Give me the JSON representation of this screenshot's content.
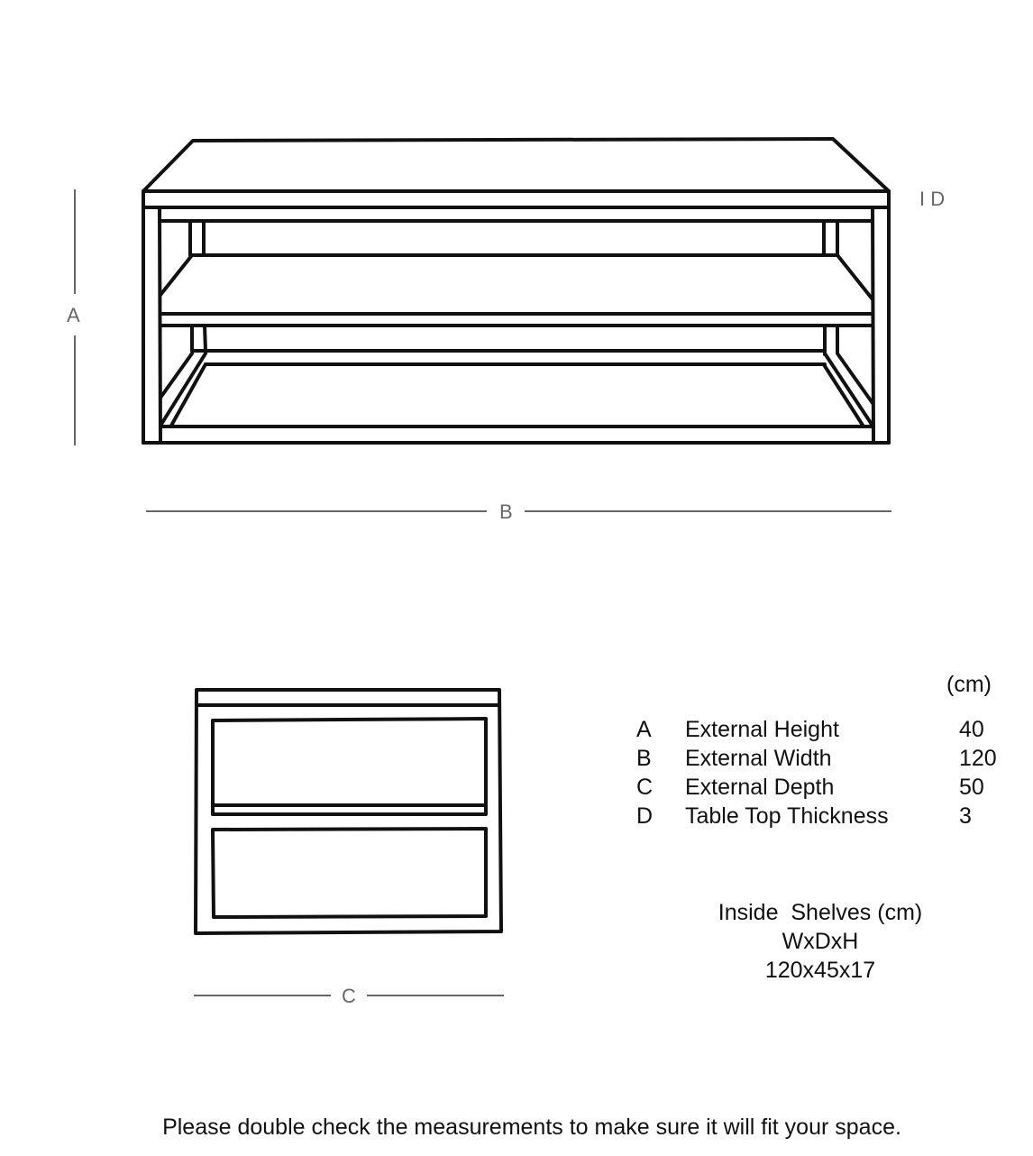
{
  "dimension_labels": {
    "A": "A",
    "B": "B",
    "C": "C",
    "D": "I D"
  },
  "table": {
    "unit": "(cm)",
    "rows": [
      {
        "letter": "A",
        "name": "External Height",
        "value": "40"
      },
      {
        "letter": "B",
        "name": "External Width",
        "value": "120"
      },
      {
        "letter": "C",
        "name": "External Depth",
        "value": "50"
      },
      {
        "letter": "D",
        "name": "Table Top Thickness",
        "value": "3"
      }
    ]
  },
  "inside_shelves": {
    "title": "Inside  Shelves (cm)",
    "format": "WxDxH",
    "value": "120x45x17"
  },
  "footer": "Please double check the measurements to make sure it will fit your space.",
  "colors": {
    "line": "#111111",
    "dimension": "#666666"
  }
}
